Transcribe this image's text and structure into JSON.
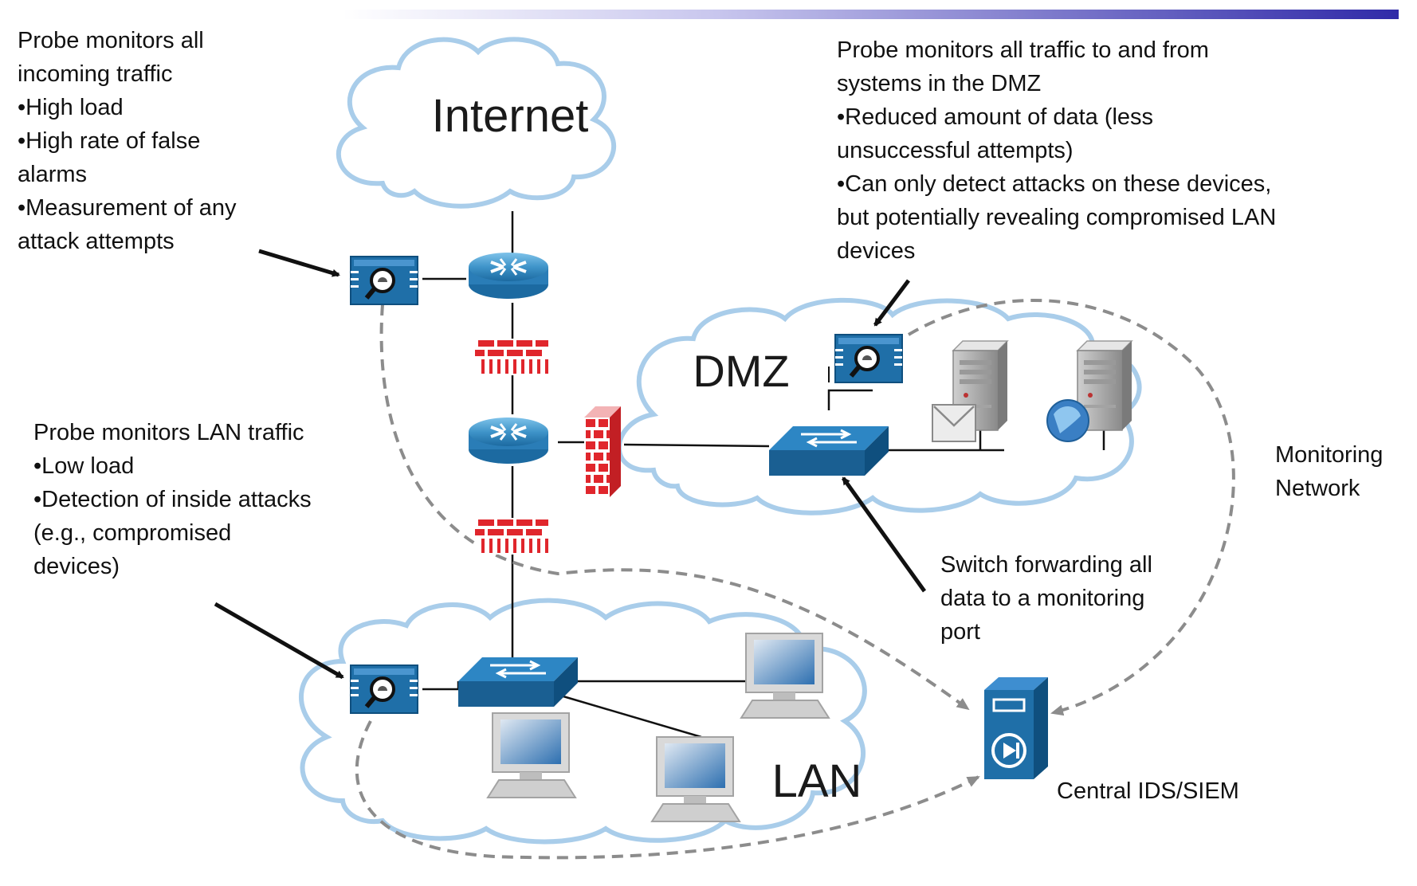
{
  "clouds": {
    "internet": "Internet",
    "dmz": "DMZ",
    "lan": "LAN"
  },
  "annotations": {
    "internet_probe": [
      "Probe monitors all",
      "incoming traffic",
      "•High load",
      "•High rate of false",
      "alarms",
      "•Measurement of any",
      "attack attempts"
    ],
    "dmz_probe": [
      "Probe monitors all traffic to and from",
      "systems in the DMZ",
      "•Reduced amount of data (less",
      "unsuccessful attempts)",
      "•Can only detect attacks on these devices,",
      "but potentially revealing compromised LAN",
      "devices"
    ],
    "lan_probe": [
      "Probe monitors LAN traffic",
      "•Low load",
      "•Detection of inside attacks",
      "(e.g., compromised",
      "devices)"
    ],
    "switch_note": [
      "Switch forwarding all",
      "data to a monitoring",
      "port"
    ],
    "monitoring_network": [
      "Monitoring",
      "Network"
    ],
    "central": "Central IDS/SIEM"
  },
  "colors": {
    "cloud_stroke": "#a9cdea",
    "device_blue": "#1f6fa8",
    "device_dark": "#0f4f7e",
    "firewall_red": "#e0262c",
    "header_bar": "#3a36b8",
    "dashed": "#8c8c8c"
  },
  "icons": {
    "probe": "probe-magnifier-icon",
    "router": "router-icon",
    "firewall": "firewall-icon",
    "switch": "switch-icon",
    "server": "server-icon",
    "pc": "workstation-icon",
    "ids": "ids-appliance-icon"
  }
}
